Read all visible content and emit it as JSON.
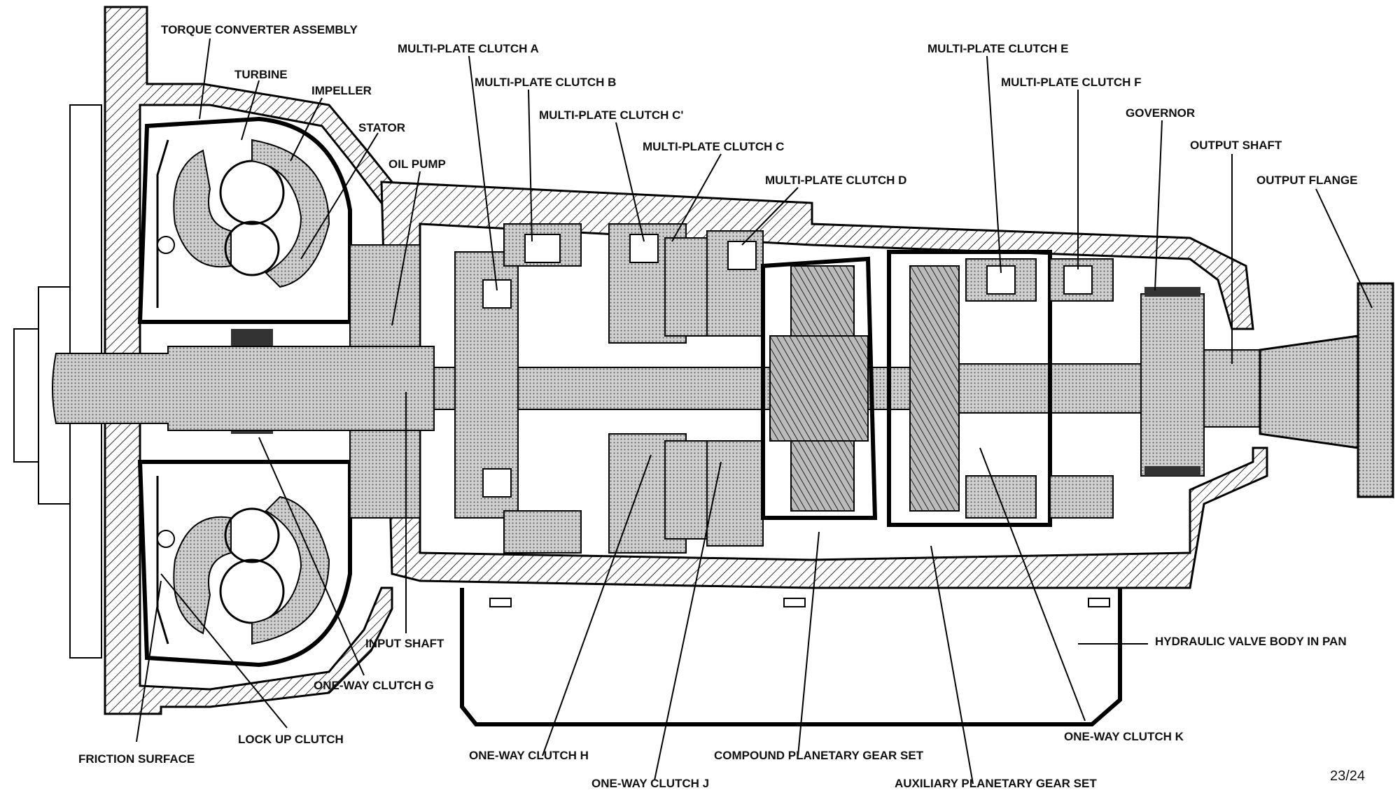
{
  "labels": {
    "torque_converter_assembly": "TORQUE CONVERTER ASSEMBLY",
    "turbine": "TURBINE",
    "impeller": "IMPELLER",
    "stator": "STATOR",
    "oil_pump": "OIL PUMP",
    "clutch_a": "MULTI-PLATE CLUTCH  A",
    "clutch_b": "MULTI-PLATE CLUTCH  B",
    "clutch_c_prime": "MULTI-PLATE CLUTCH  C'",
    "clutch_c": "MULTI-PLATE CLUTCH  C",
    "clutch_d": "MULTI-PLATE CLUTCH  D",
    "clutch_e": "MULTI-PLATE CLUTCH  E",
    "clutch_f": "MULTI-PLATE CLUTCH  F",
    "governor": "GOVERNOR",
    "output_shaft": "OUTPUT SHAFT",
    "output_flange": "OUTPUT FLANGE",
    "hydraulic_valve_body": "HYDRAULIC VALVE BODY IN PAN",
    "input_shaft": "INPUT SHAFT",
    "one_way_clutch_g": "ONE-WAY CLUTCH G",
    "lock_up_clutch": "LOCK UP CLUTCH",
    "friction_surface": "FRICTION SURFACE",
    "one_way_clutch_h": "ONE-WAY CLUTCH H",
    "one_way_clutch_j": "ONE-WAY CLUTCH J",
    "compound_planetary": "COMPOUND PLANETARY GEAR SET",
    "auxiliary_planetary": "AUXILIARY PLANETARY GEAR SET",
    "one_way_clutch_k": "ONE-WAY CLUTCH K",
    "page_number": "23/24"
  }
}
